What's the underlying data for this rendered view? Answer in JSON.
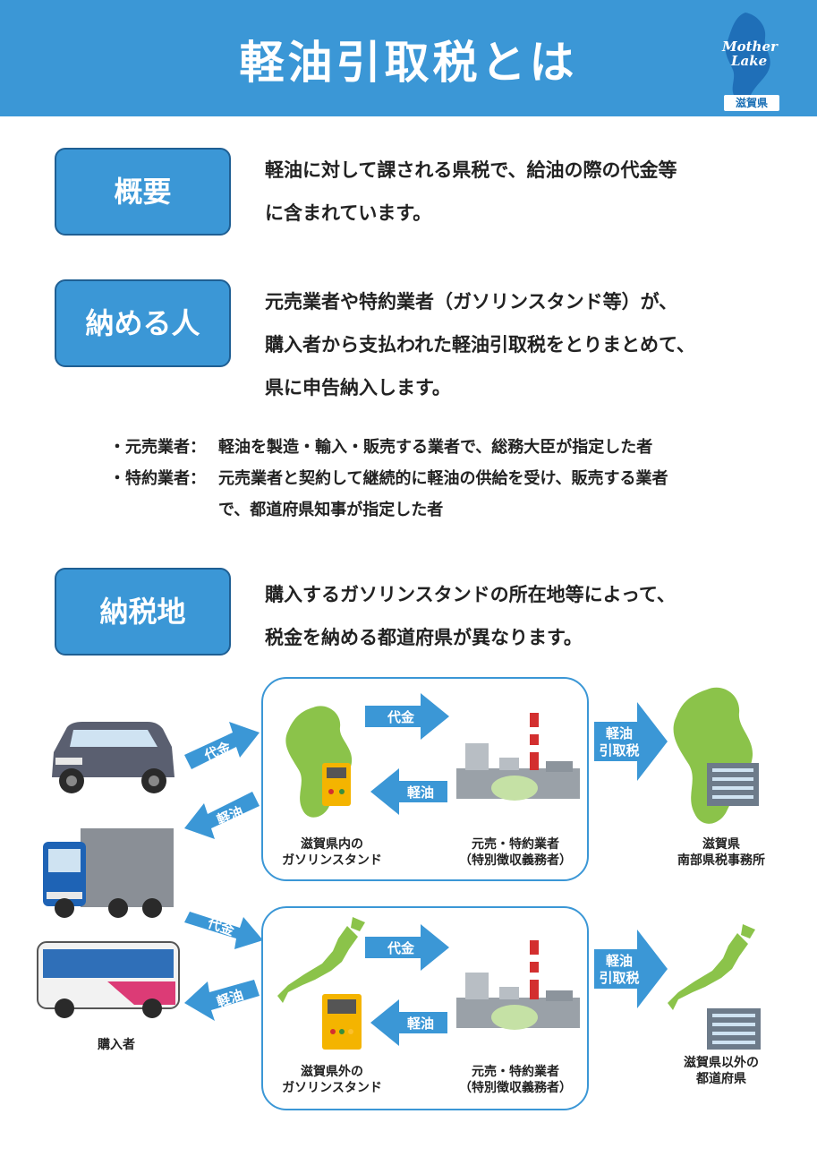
{
  "header": {
    "title": "軽油引取税とは",
    "logo_line1": "Mother",
    "logo_line2": "Lake",
    "logo_pref": "滋賀県"
  },
  "sections": {
    "overview": {
      "label": "概要",
      "lines": [
        "軽油に対して課される県税で、給油の際の代金等",
        "に含まれています。"
      ]
    },
    "payer": {
      "label": "納める人",
      "lines": [
        "元売業者や特約業者（ガソリンスタンド等）が、",
        "購入者から支払われた軽油引取税をとりまとめて、",
        "県に申告納入します。"
      ]
    },
    "definitions": {
      "moto_term": "・元売業者：",
      "moto_text": "軽油を製造・輸入・販売する業者で、総務大臣が指定した者",
      "tokuyaku_term": "・特約業者：",
      "tokuyaku_text1": "元売業者と契約して継続的に軽油の供給を受け、販売する業者",
      "tokuyaku_text2": "で、都道府県知事が指定した者"
    },
    "place": {
      "label": "納税地",
      "lines": [
        "購入するガソリンスタンドの所在地等によって、",
        "税金を納める都道府県が異なります。"
      ]
    }
  },
  "diagram": {
    "colors": {
      "accent": "#3b97d6",
      "land": "#8bc34a"
    },
    "arrows": {
      "payment": "代金",
      "fuel": "軽油",
      "tax_line1": "軽油",
      "tax_line2": "引取税"
    },
    "buyer_label": "購入者",
    "upper": {
      "station_line1": "滋賀県内の",
      "station_line2": "ガソリンスタンド",
      "dealer_line1": "元売・特約業者",
      "dealer_line2": "（特別徴収義務者）",
      "dest_line1": "滋賀県",
      "dest_line2": "南部県税事務所"
    },
    "lower": {
      "station_line1": "滋賀県外の",
      "station_line2": "ガソリンスタンド",
      "dealer_line1": "元売・特約業者",
      "dealer_line2": "（特別徴収義務者）",
      "dest_line1": "滋賀県以外の",
      "dest_line2": "都道府県"
    },
    "icons": [
      "car-icon",
      "truck-icon",
      "bus-icon",
      "shiga-map-icon",
      "japan-map-icon",
      "fuel-pump-icon",
      "refinery-icon",
      "office-building-icon"
    ]
  }
}
